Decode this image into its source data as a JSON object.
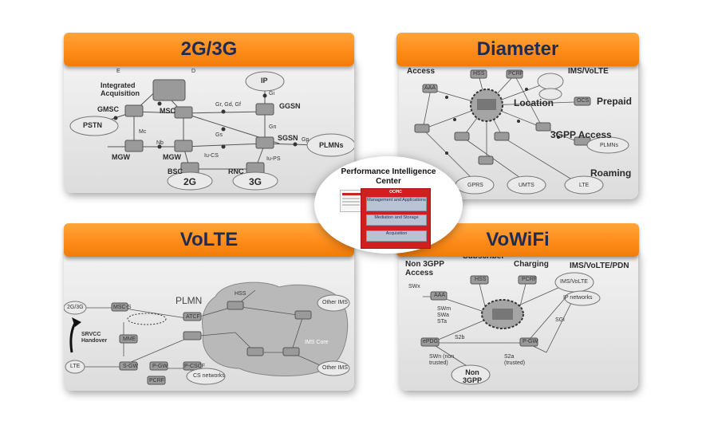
{
  "center": {
    "title_line1": "Performance Intelligence",
    "title_line2": "Center",
    "stack_header": "OCPIC",
    "layers": [
      "Management and Applications",
      "Mediation and Storage",
      "Acquisition"
    ]
  },
  "panels": {
    "g2g3": {
      "title": "2G/3G",
      "labels": [
        "Integrated Acquisition",
        "IP",
        "GMSC",
        "MSC",
        "Gr, Gd, Gf",
        "GGSN",
        "PSTN",
        "Gi",
        "Gn",
        "Mc",
        "Nb",
        "SGSN",
        "PLMNs",
        "MGW",
        "MGW",
        "Gs",
        "Gp",
        "Iu-CS",
        "Iu-PS",
        "BSC",
        "RNC",
        "2G",
        "3G",
        "D",
        "E"
      ]
    },
    "diameter": {
      "title": "Diameter",
      "labels": [
        "Access",
        "IMS/VoLTE",
        "Location",
        "Prepaid",
        "3GPP Access",
        "PLMNs",
        "Roaming",
        "GPRS",
        "UMTS",
        "LTE",
        "HSS",
        "PCRF",
        "AAA",
        "OCS"
      ]
    },
    "volte": {
      "title": "VoLTE",
      "labels": [
        "PLMN",
        "2G/3G",
        "SRVCC Handover",
        "LTE",
        "MSC-S",
        "MME",
        "S-GW",
        "P-GW",
        "P-CSCF",
        "HSS",
        "IMS Core",
        "Other IMS",
        "Other IMS",
        "CS networks",
        "PCRF",
        "ATCF"
      ]
    },
    "vowifi": {
      "title": "VoWiFi",
      "labels": [
        "Non 3GPP Access",
        "Subscriber",
        "Charging",
        "IMS/VoLTE/PDN",
        "HSS",
        "PCRF",
        "AAA",
        "IP networks",
        "SWx",
        "SWm SWa STa",
        "SGi",
        "ePDG",
        "P-GW",
        "S2b",
        "S2a (trusted)",
        "SWn (non trusted)",
        "Non 3GPP",
        "IMS/VoLTE"
      ]
    }
  }
}
